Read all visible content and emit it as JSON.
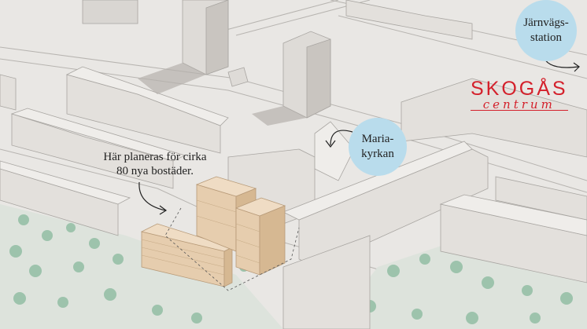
{
  "labels": {
    "station": "Järnvägs-station",
    "station_line1": "Järnvägs-",
    "station_line2": "station",
    "church_line1": "Maria-",
    "church_line2": "kyrkan",
    "planned_line1": "Här planeras för cirka",
    "planned_line2": "80 nya bostäder."
  },
  "logo": {
    "main": "SKOGÅS",
    "sub": "centrum"
  },
  "colors": {
    "logo": "#d4202b",
    "bubble": "#b9dcec",
    "new_buildings": "#e3c9a8",
    "trees": "#9dc3ac"
  }
}
